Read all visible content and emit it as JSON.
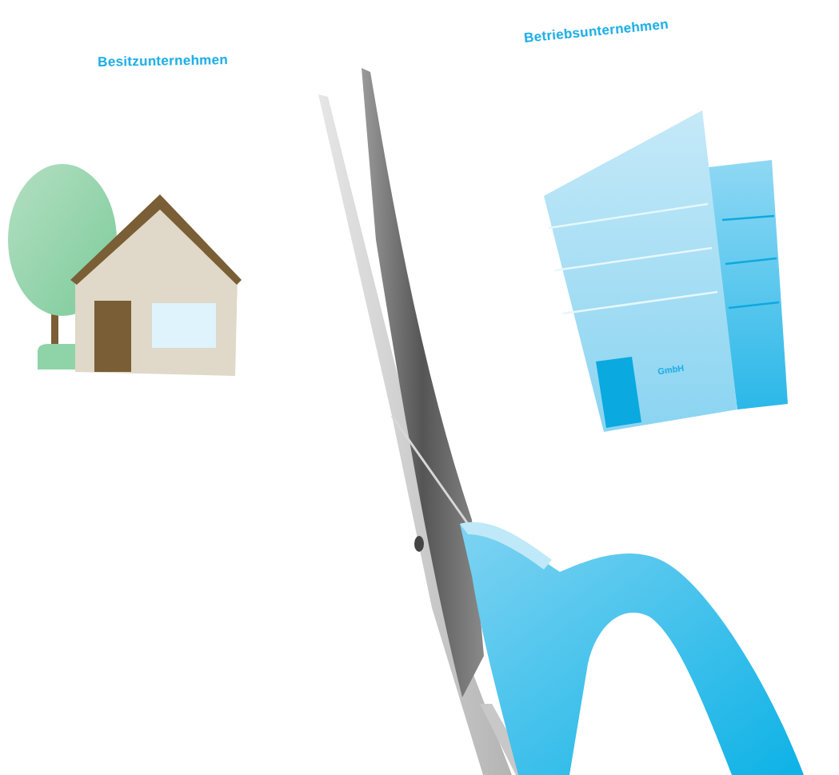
{
  "diagram": {
    "nodes": [
      {
        "text": [
          "GmbH"
        ]
      }
    ],
    "labels": [
      "Besitzunternehmen",
      "Betriebsunternehmen"
    ]
  }
}
